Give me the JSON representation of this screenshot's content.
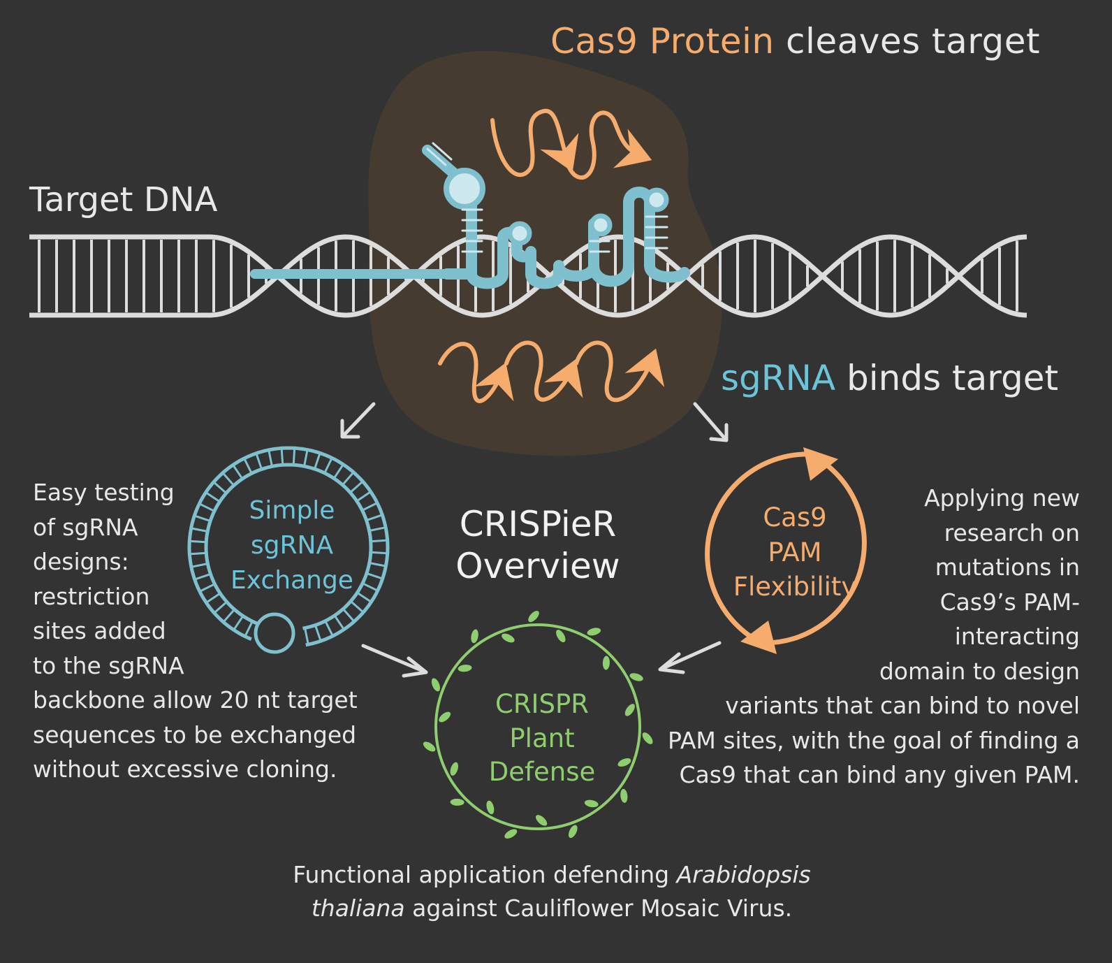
{
  "title_top": {
    "highlight": "Cas9 Protein",
    "rest": " cleaves target"
  },
  "dna_label": "Target DNA",
  "sgrna_title": {
    "highlight": "sgRNA",
    "rest": " binds target"
  },
  "left_text": [
    "Easy testing",
    "of sgRNA",
    "designs:",
    "restriction",
    "sites added",
    "to the sgRNA",
    "backbone allow 20 nt target",
    "sequences to be exchanged",
    "without excessive cloning."
  ],
  "blue_ring_label": [
    "Simple",
    "sgRNA",
    "Exchange"
  ],
  "overview_label": [
    "CRISPieR",
    "Overview"
  ],
  "orange_ring_label": [
    "Cas9",
    "PAM",
    "Flexibility"
  ],
  "right_text": [
    "Applying new",
    "research on",
    "mutations in",
    "Cas9’s PAM-",
    "interacting",
    "domain to design",
    "variants that can bind to novel",
    "PAM sites, with the goal of finding a",
    "Cas9 that can bind any given PAM."
  ],
  "green_ring_label": [
    "CRISPR",
    "Plant",
    "Defense"
  ],
  "bottom_text": {
    "line1_plain": "Functional application defending ",
    "line1_italic": "Arabidopsis",
    "line2_italic": "thaliana",
    "line2_plain": " against Cauliflower Mosaic Virus."
  },
  "colors": {
    "background": "#333333",
    "protein": "#453b30",
    "dna": "#dddddd",
    "sgrna": "#7fc0cf",
    "cas9": "#f5ac6c",
    "crispr": "#8fce6f"
  }
}
